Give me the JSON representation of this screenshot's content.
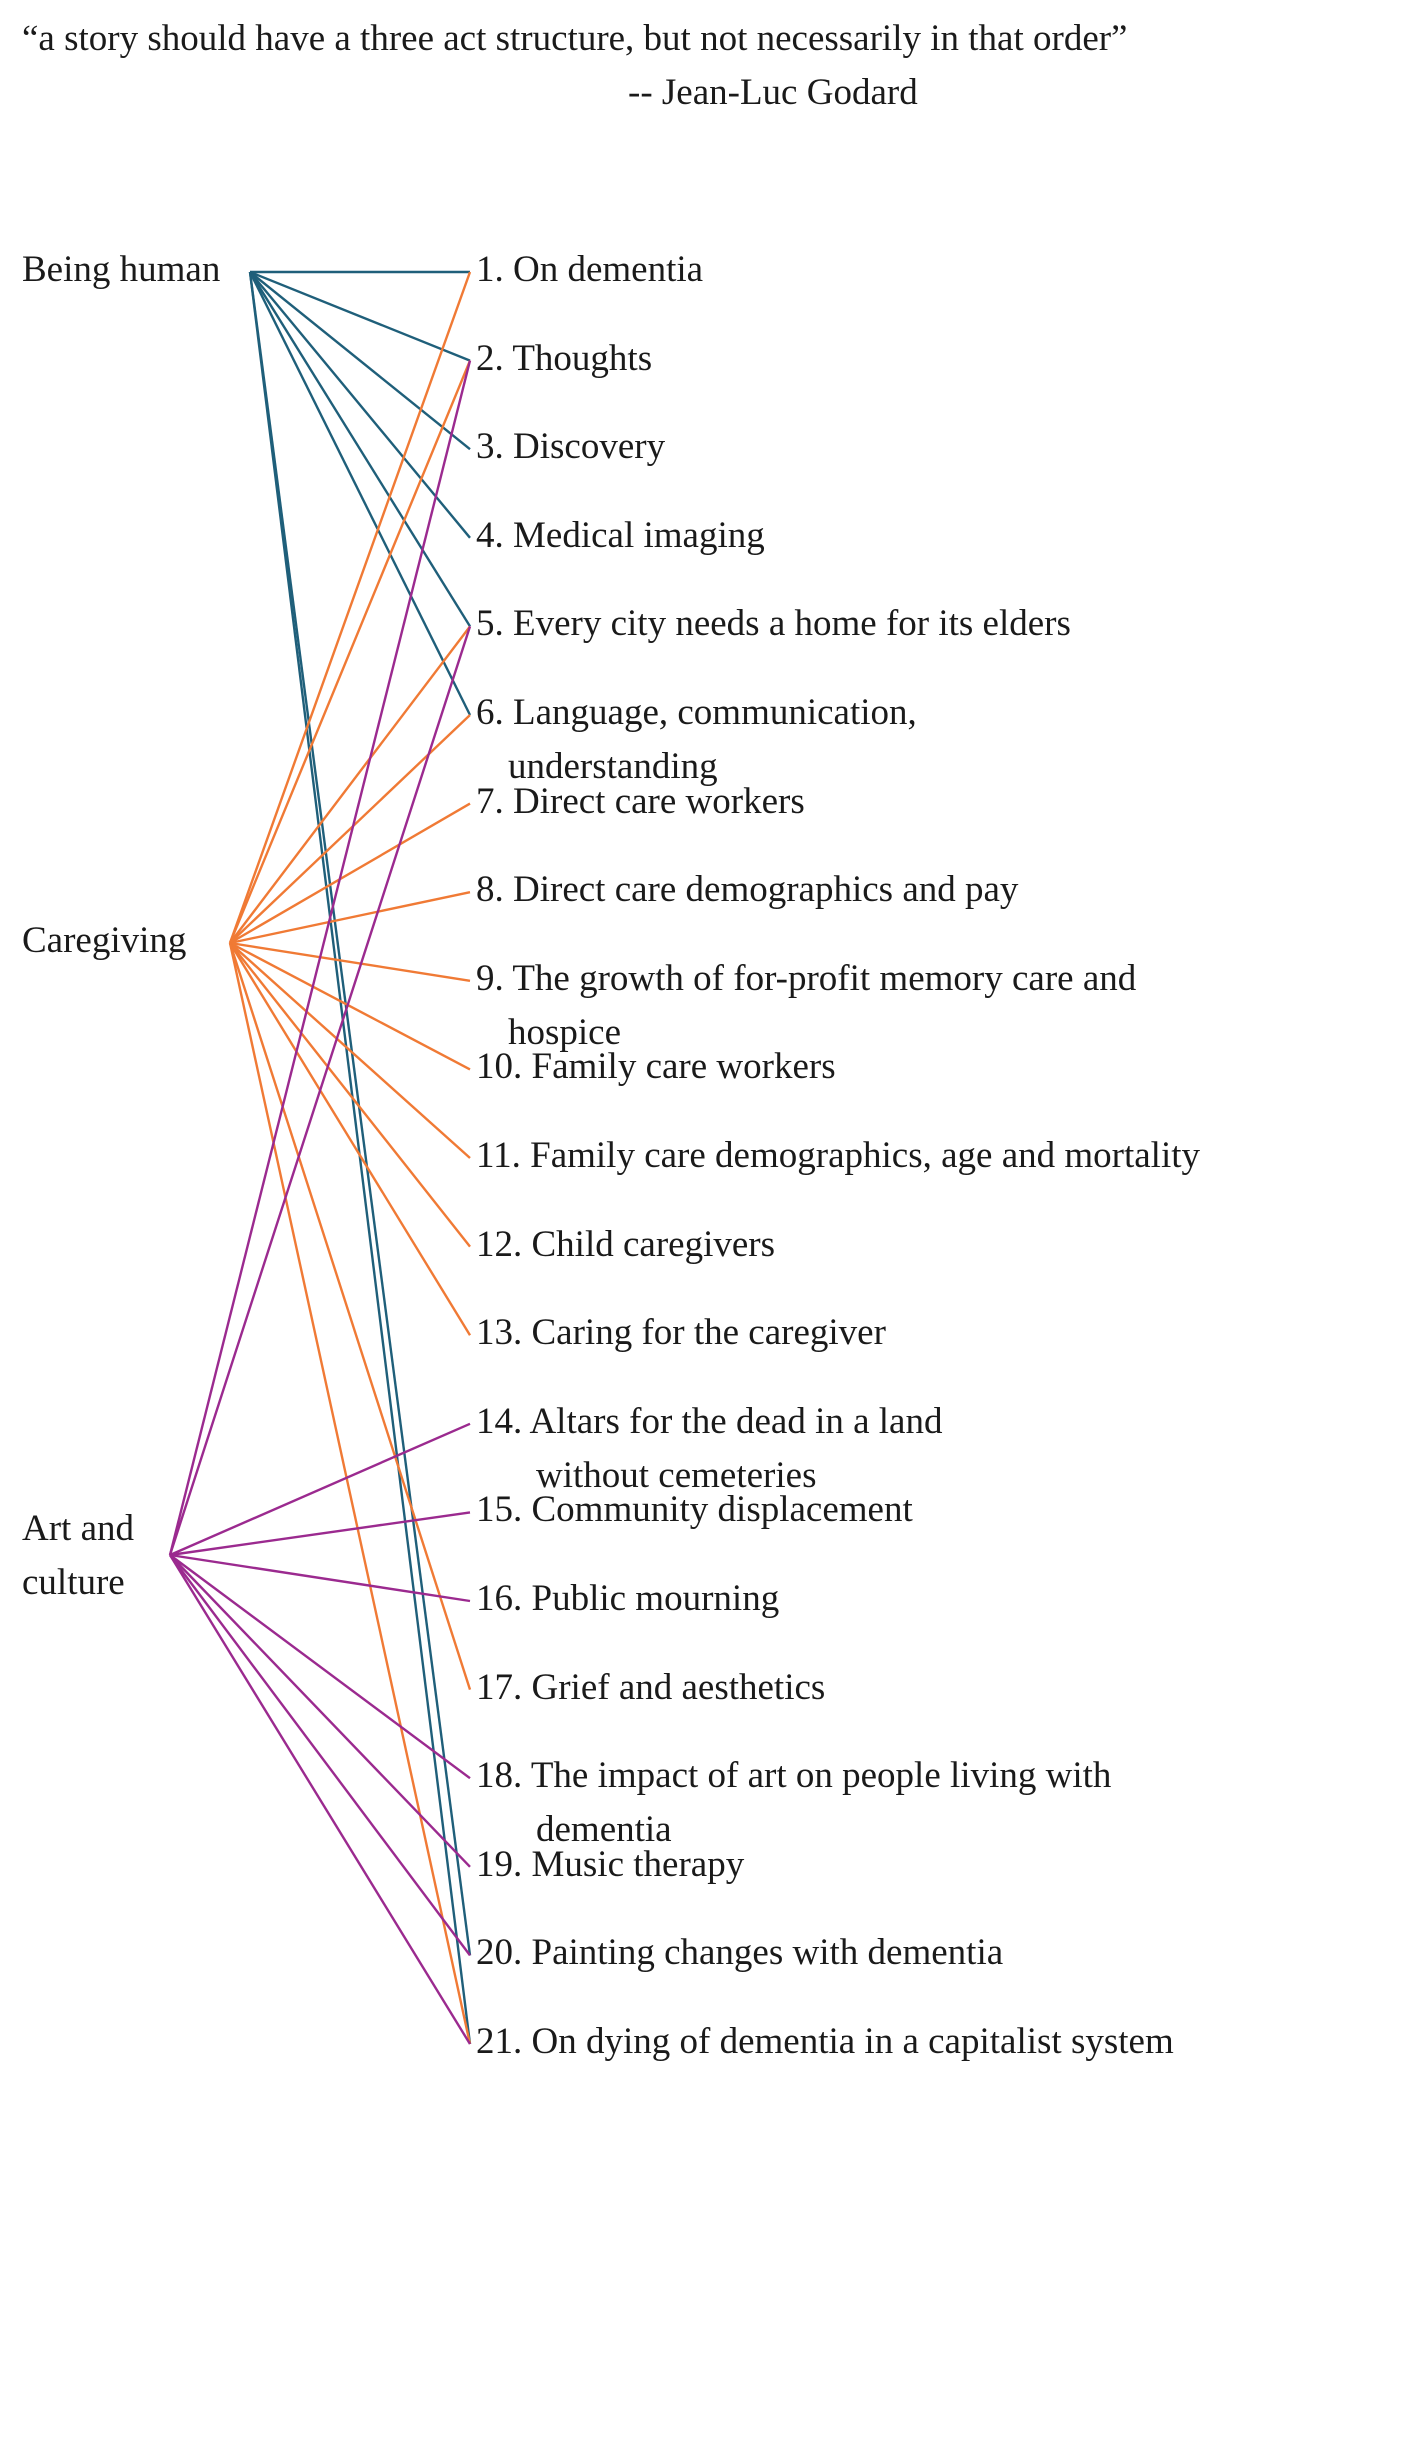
{
  "quote": {
    "text": "“a story should have a three act structure, but not necessarily in that order”",
    "attribution": "-- Jean-Luc Godard"
  },
  "colors": {
    "being_human": "#1f5f7a",
    "caregiving": "#f07a35",
    "art_and_culture": "#9b2a8f"
  },
  "themes": [
    {
      "id": "being_human",
      "lines": [
        "Being human"
      ]
    },
    {
      "id": "caregiving",
      "lines": [
        "Caregiving"
      ]
    },
    {
      "id": "art_and_culture",
      "lines": [
        "Art and",
        "culture"
      ]
    }
  ],
  "topics": [
    {
      "num": 1,
      "lines": [
        "1. On dementia"
      ]
    },
    {
      "num": 2,
      "lines": [
        "2. Thoughts"
      ]
    },
    {
      "num": 3,
      "lines": [
        "3. Discovery"
      ]
    },
    {
      "num": 4,
      "lines": [
        "4. Medical imaging"
      ]
    },
    {
      "num": 5,
      "lines": [
        "5. Every city needs a home for its elders"
      ]
    },
    {
      "num": 6,
      "lines": [
        "6. Language, communication,",
        "understanding"
      ]
    },
    {
      "num": 7,
      "lines": [
        "7. Direct care workers"
      ]
    },
    {
      "num": 8,
      "lines": [
        "8. Direct care demographics and pay"
      ]
    },
    {
      "num": 9,
      "lines": [
        "9. The growth of for-profit memory care and",
        "hospice"
      ]
    },
    {
      "num": 10,
      "lines": [
        "10. Family care workers"
      ]
    },
    {
      "num": 11,
      "lines": [
        "11. Family care demographics, age and mortality"
      ]
    },
    {
      "num": 12,
      "lines": [
        "12. Child caregivers"
      ]
    },
    {
      "num": 13,
      "lines": [
        "13. Caring for the caregiver"
      ]
    },
    {
      "num": 14,
      "lines": [
        "14. Altars for the dead in a land",
        "without cemeteries"
      ]
    },
    {
      "num": 15,
      "lines": [
        "15. Community displacement"
      ]
    },
    {
      "num": 16,
      "lines": [
        "16. Public mourning"
      ]
    },
    {
      "num": 17,
      "lines": [
        "17. Grief and aesthetics"
      ]
    },
    {
      "num": 18,
      "lines": [
        "18. The impact of art on people living with",
        "dementia"
      ]
    },
    {
      "num": 19,
      "lines": [
        "19. Music therapy"
      ]
    },
    {
      "num": 20,
      "lines": [
        "20. Painting changes with dementia"
      ]
    },
    {
      "num": 21,
      "lines": [
        "21. On dying of dementia in a capitalist system"
      ]
    }
  ],
  "links": {
    "being_human": [
      1,
      2,
      3,
      4,
      5,
      6,
      20,
      21
    ],
    "caregiving": [
      1,
      2,
      5,
      6,
      7,
      8,
      9,
      10,
      11,
      12,
      13,
      17,
      21
    ],
    "art_and_culture": [
      2,
      5,
      14,
      15,
      16,
      18,
      19,
      20,
      21
    ]
  }
}
